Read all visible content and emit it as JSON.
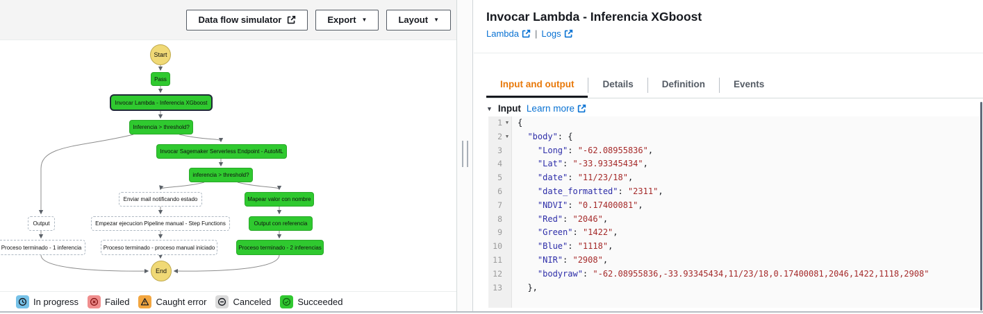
{
  "toolbar": {
    "data_flow_simulator_label": "Data flow simulator",
    "export_label": "Export",
    "layout_label": "Layout"
  },
  "graph": {
    "nodes": [
      {
        "label": "Start",
        "status": "start"
      },
      {
        "label": "Pass",
        "status": "succeeded"
      },
      {
        "label": "Invocar Lambda - Inferencia XGboost",
        "status": "succeeded",
        "selected": true
      },
      {
        "label": "Inferencia > threshold?",
        "status": "succeeded"
      },
      {
        "label": "Invocar Sagemaker Serverless Endpoint - AutoML",
        "status": "succeeded"
      },
      {
        "label": "inferencia > threshold?",
        "status": "succeeded"
      },
      {
        "label": "Enviar mail notificando estado",
        "status": "not-executed"
      },
      {
        "label": "Mapear valor con nombre",
        "status": "succeeded"
      },
      {
        "label": "Output",
        "status": "not-executed"
      },
      {
        "label": "Empezar ejecucion Pipeline manual - Step Functions",
        "status": "not-executed"
      },
      {
        "label": "Output con referencia",
        "status": "succeeded"
      },
      {
        "label": "Proceso terminado - 1 inferencia",
        "status": "not-executed"
      },
      {
        "label": "Proceso terminado - proceso manual iniciado",
        "status": "not-executed"
      },
      {
        "label": "Proceso terminado - 2 inferencias",
        "status": "succeeded"
      },
      {
        "label": "End",
        "status": "end"
      }
    ],
    "status_colors": {
      "succeeded": "#2fc92f",
      "terminal": "#f0d976",
      "not_executed": "#ffffff"
    },
    "legend": [
      {
        "label": "In progress",
        "icon": "clock-icon",
        "color": "#77c2e8"
      },
      {
        "label": "Failed",
        "icon": "failed-circle-icon",
        "color": "#f08e8e"
      },
      {
        "label": "Caught error",
        "icon": "warning-triangle-icon",
        "color": "#f2a640"
      },
      {
        "label": "Canceled",
        "icon": "minus-circle-icon",
        "color": "#dadada"
      },
      {
        "label": "Succeeded",
        "icon": "check-circle-icon",
        "color": "#31c831"
      }
    ]
  },
  "details": {
    "title": "Invocar Lambda - Inferencia XGboost",
    "links": [
      {
        "label": "Lambda",
        "icon": "external-link-icon"
      },
      {
        "label": "Logs",
        "icon": "external-link-icon"
      }
    ],
    "link_separator": "|",
    "tabs": [
      {
        "label": "Input and output",
        "active": true
      },
      {
        "label": "Details",
        "active": false
      },
      {
        "label": "Definition",
        "active": false
      },
      {
        "label": "Events",
        "active": false
      }
    ],
    "input_section": {
      "title": "Input",
      "learn_more_label": "Learn more",
      "collapse_glyph": "▼"
    },
    "code": {
      "lines": [
        {
          "num": "1",
          "fold": "▼",
          "plain": "{"
        },
        {
          "num": "2",
          "fold": "▼",
          "key": "  \"body\"",
          "colon": ": ",
          "plain": "{"
        },
        {
          "num": "3",
          "key": "    \"Long\"",
          "colon": ": ",
          "value": "\"-62.08955836\"",
          "comma": ","
        },
        {
          "num": "4",
          "key": "    \"Lat\"",
          "colon": ": ",
          "value": "\"-33.93345434\"",
          "comma": ","
        },
        {
          "num": "5",
          "key": "    \"date\"",
          "colon": ": ",
          "value": "\"11/23/18\"",
          "comma": ","
        },
        {
          "num": "6",
          "key": "    \"date_formatted\"",
          "colon": ": ",
          "value": "\"2311\"",
          "comma": ","
        },
        {
          "num": "7",
          "key": "    \"NDVI\"",
          "colon": ": ",
          "value": "\"0.17400081\"",
          "comma": ","
        },
        {
          "num": "8",
          "key": "    \"Red\"",
          "colon": ": ",
          "value": "\"2046\"",
          "comma": ","
        },
        {
          "num": "9",
          "key": "    \"Green\"",
          "colon": ": ",
          "value": "\"1422\"",
          "comma": ","
        },
        {
          "num": "10",
          "key": "    \"Blue\"",
          "colon": ": ",
          "value": "\"1118\"",
          "comma": ","
        },
        {
          "num": "11",
          "key": "    \"NIR\"",
          "colon": ": ",
          "value": "\"2908\"",
          "comma": ","
        },
        {
          "num": "12",
          "key": "    \"bodyraw\"",
          "colon": ": ",
          "value": "\"-62.08955836,-33.93345434,11/23/18,0.17400081,2046,1422,1118,2908\"",
          "comma": ""
        },
        {
          "num": "13",
          "plain": "  },"
        }
      ]
    }
  }
}
